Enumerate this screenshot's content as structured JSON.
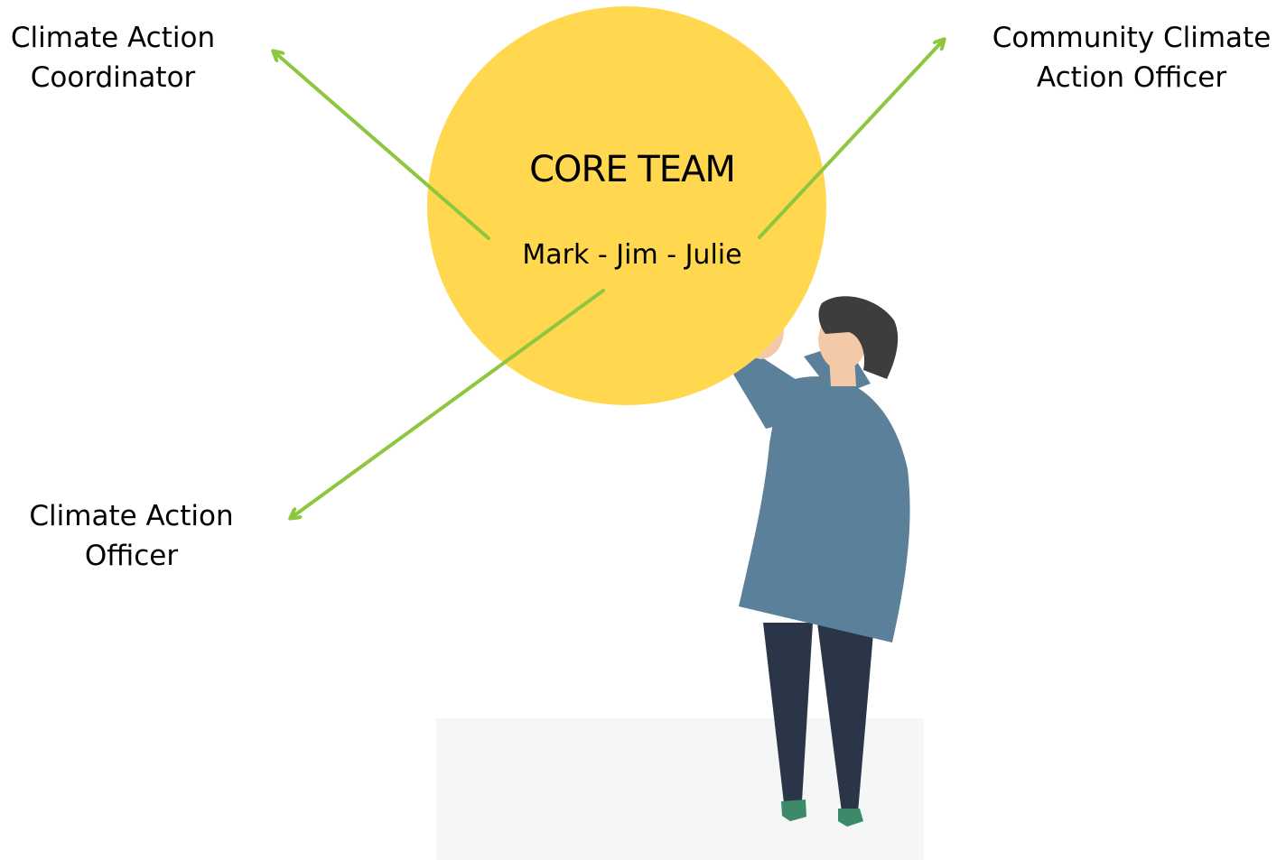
{
  "core_team": {
    "title": "CORE TEAM",
    "members": "Mark - Jim - Julie"
  },
  "roles": {
    "coordinator": {
      "line1": "Climate Action",
      "line2": "Coordinator"
    },
    "officer": {
      "line1": "Climate Action",
      "line2": "Officer"
    },
    "community": {
      "line1": "Community Climate",
      "line2": "Action Officer"
    }
  },
  "colors": {
    "circle": "#FFD84F",
    "arrow": "#8DC63F",
    "coat": "#5A8199",
    "pants": "#2A3547",
    "hair": "#3D3D3D",
    "skin": "#F3C9A8",
    "shoes": "#3D8A6A",
    "floor": "#F5F6F6"
  }
}
